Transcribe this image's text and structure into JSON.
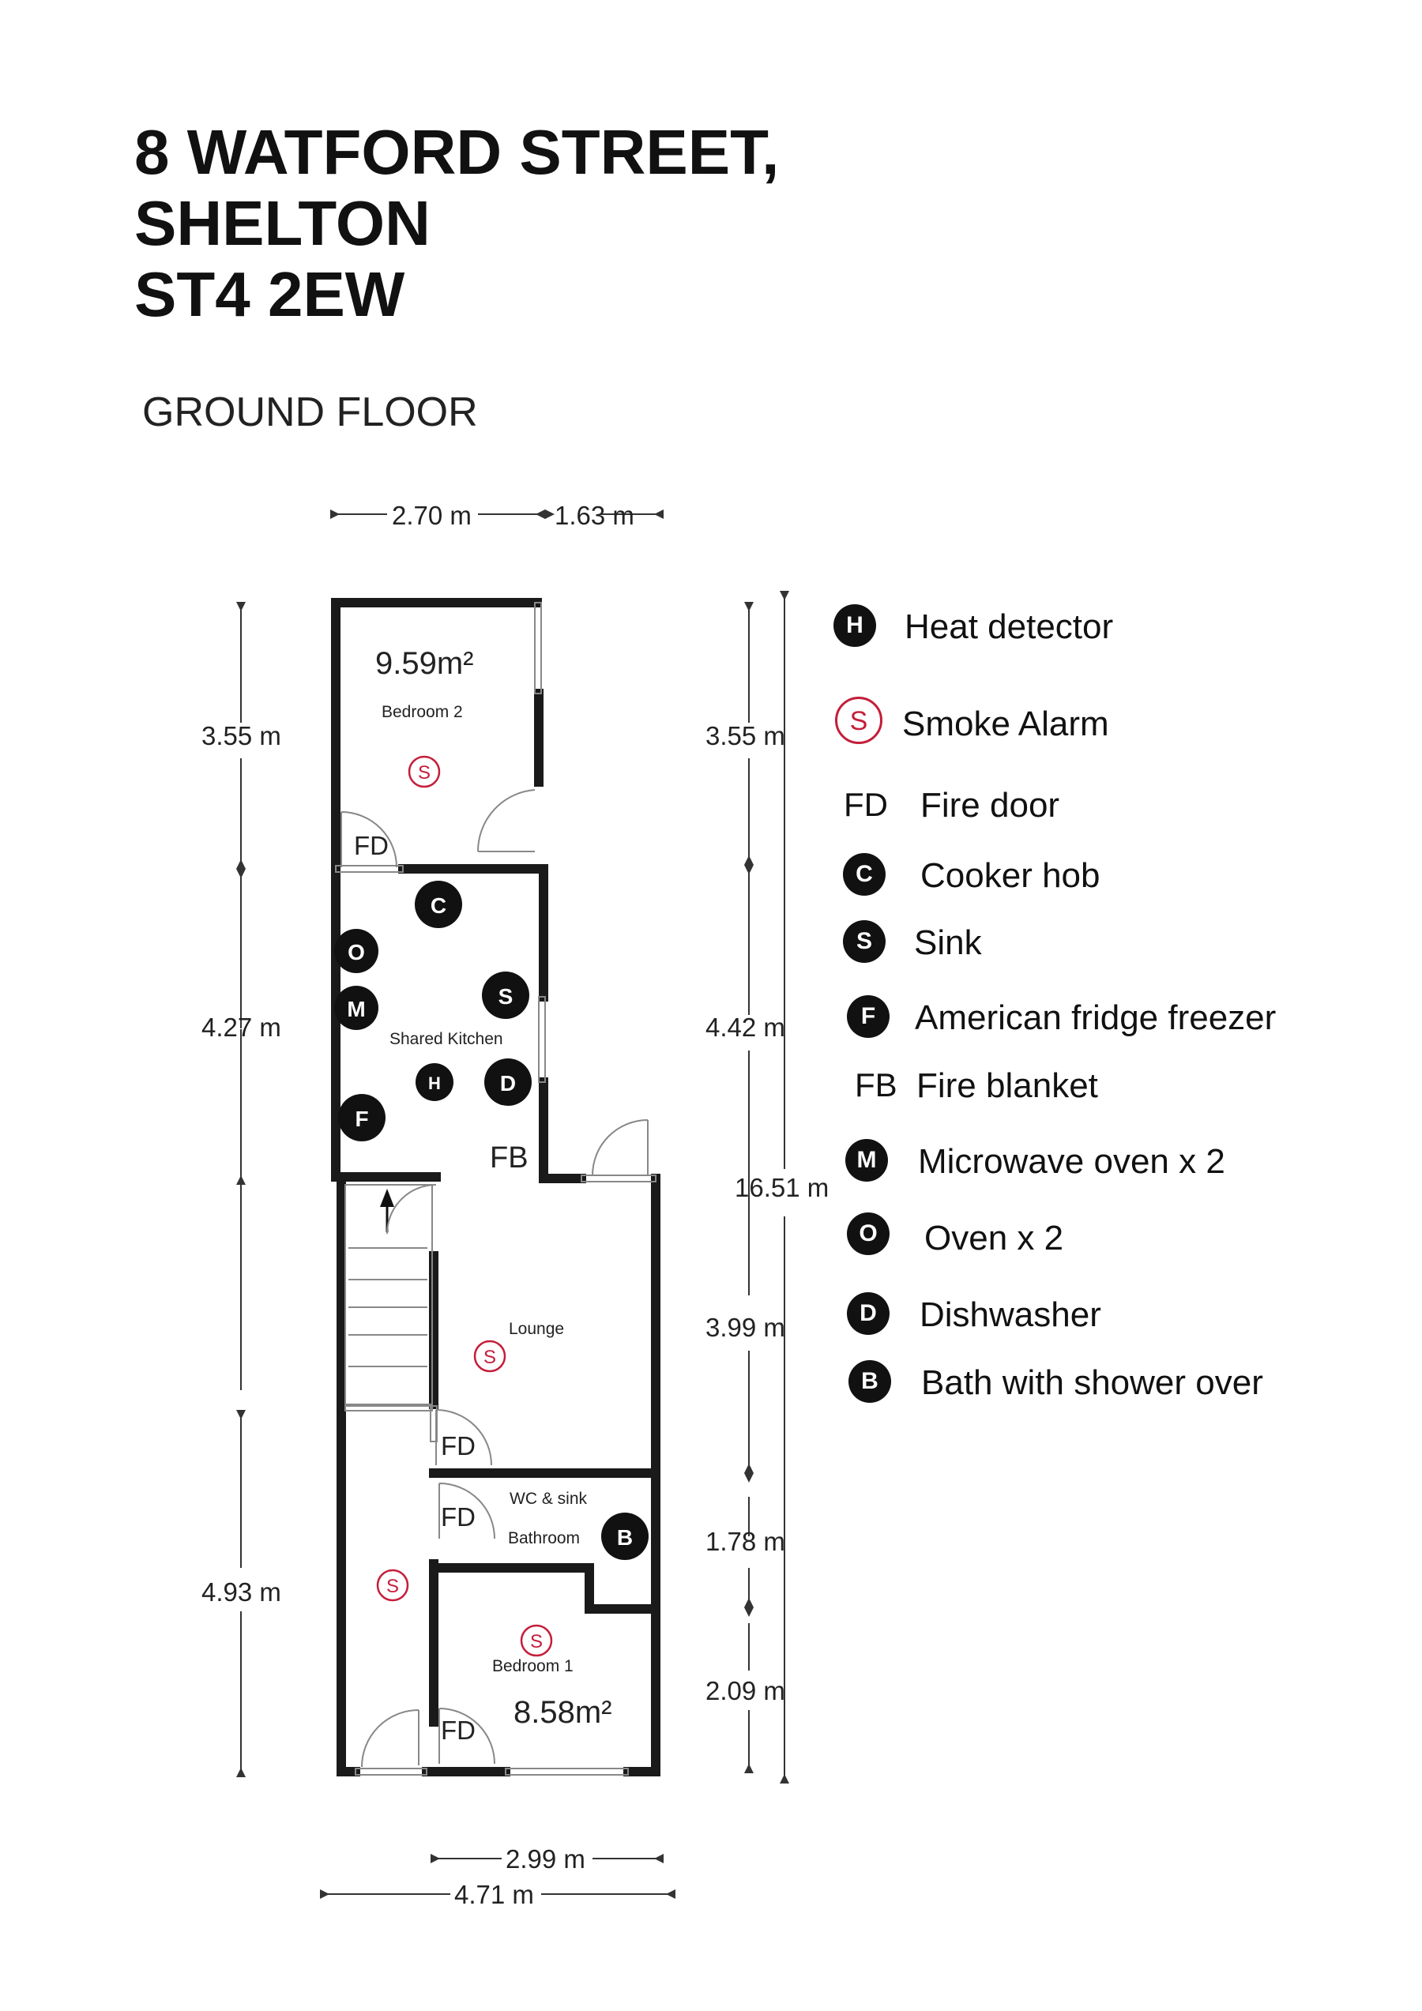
{
  "title": {
    "line1": "8 WATFORD STREET,",
    "line2": "SHELTON",
    "line3": "ST4 2EW"
  },
  "floor_label": "GROUND FLOOR",
  "dimensions": {
    "top_left_width": "2.70 m",
    "top_right_width": "1.63 m",
    "left_bedroom2": "3.55 m",
    "left_kitchen": "4.27 m",
    "left_hall": "4.93 m",
    "right_bedroom2": "3.55 m",
    "right_kitchen": "4.42 m",
    "total_length": "16.51 m",
    "right_lounge": "3.99 m",
    "right_bathroom": "1.78 m",
    "right_bedroom1": "2.09 m",
    "bottom_inner_width": "2.99 m",
    "bottom_total_width": "4.71 m"
  },
  "rooms": {
    "bedroom2_area": "9.59m²",
    "bedroom2_name": "Bedroom 2",
    "kitchen_name": "Shared Kitchen",
    "lounge_name": "Lounge",
    "wc_name": "WC & sink",
    "bathroom_name": "Bathroom",
    "bedroom1_name": "Bedroom 1",
    "bedroom1_area": "8.58m²"
  },
  "plan_markers": {
    "fire_door": "FD",
    "fire_blanket": "FB",
    "smoke": "S",
    "heat": "H",
    "cooker": "C",
    "sink": "S",
    "fridge": "F",
    "microwave": "M",
    "oven": "O",
    "dishwasher": "D",
    "bath": "B"
  },
  "legend": [
    {
      "symbol": "H",
      "style": "filled",
      "label": "Heat detector"
    },
    {
      "symbol": "S",
      "style": "ring",
      "label": "Smoke Alarm"
    },
    {
      "symbol": "FD",
      "style": "text",
      "label": "Fire door"
    },
    {
      "symbol": "C",
      "style": "filled",
      "label": "Cooker hob"
    },
    {
      "symbol": "S",
      "style": "filled",
      "label": "Sink"
    },
    {
      "symbol": "F",
      "style": "filled",
      "label": "American fridge freezer"
    },
    {
      "symbol": "FB",
      "style": "text",
      "label": "Fire blanket"
    },
    {
      "symbol": "M",
      "style": "filled",
      "label": "Microwave oven x 2"
    },
    {
      "symbol": "O",
      "style": "filled",
      "label": "Oven x 2"
    },
    {
      "symbol": "D",
      "style": "filled",
      "label": "Dishwasher"
    },
    {
      "symbol": "B",
      "style": "filled",
      "label": "Bath with shower over"
    }
  ],
  "colors": {
    "wall": "#1a1a1a",
    "smoke_alarm": "#c41e3a",
    "badge": "#111111"
  }
}
